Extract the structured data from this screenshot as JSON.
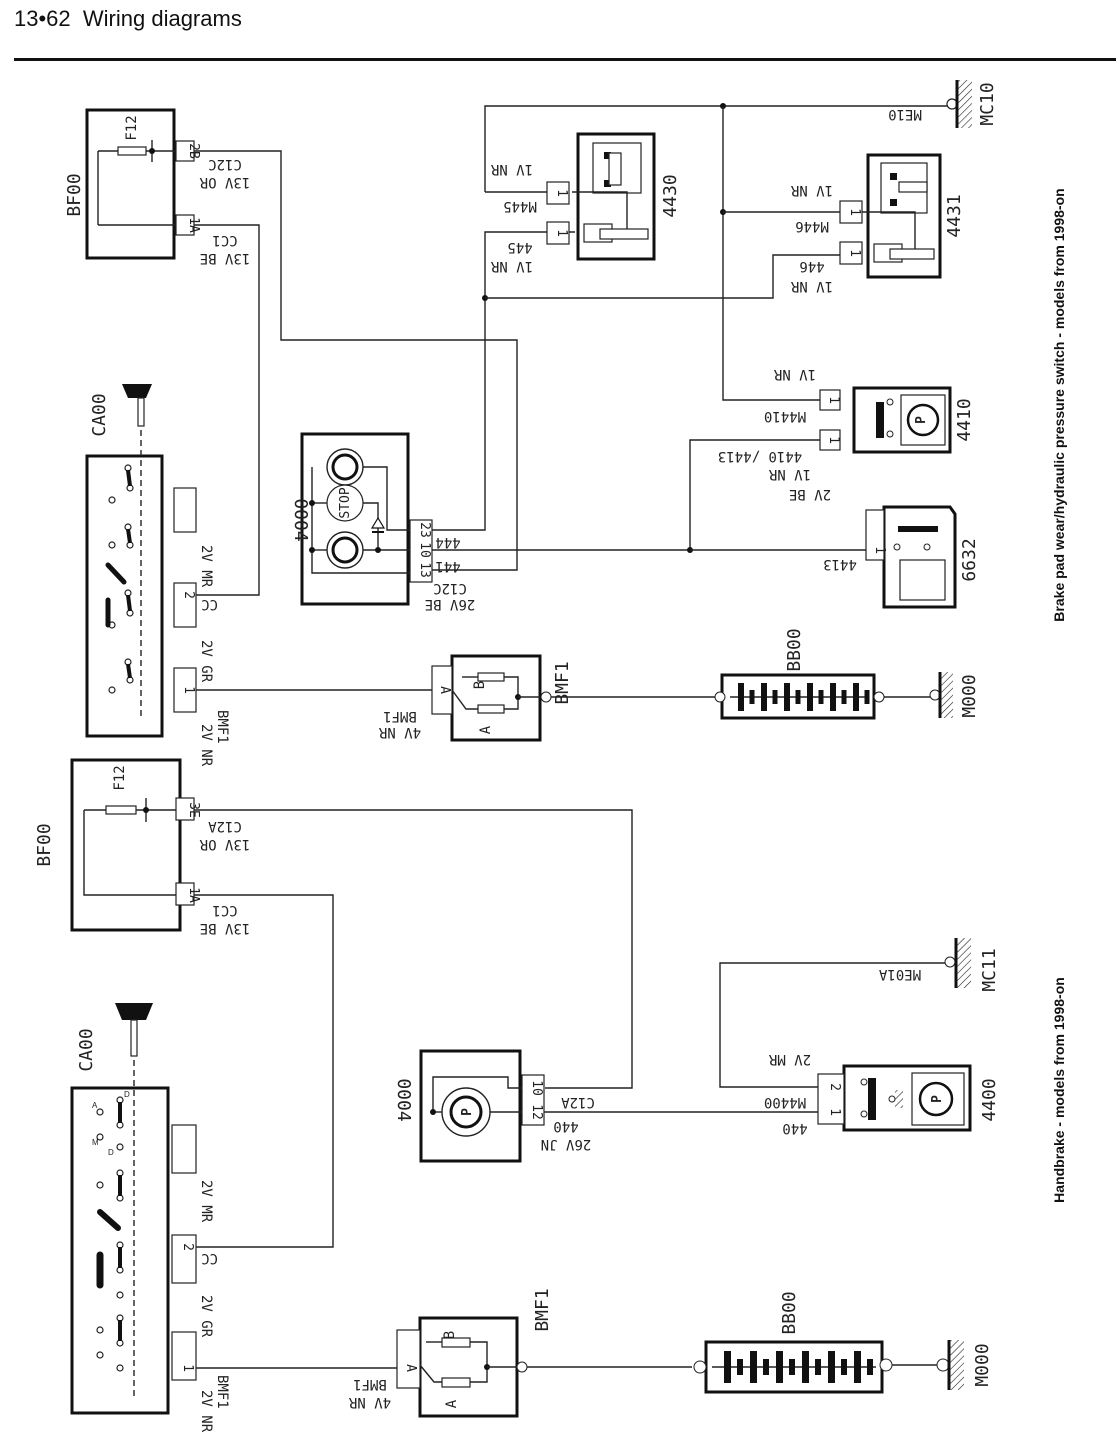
{
  "header": {
    "page_number": "13•62",
    "title": "Wiring diagrams"
  },
  "diagrams": [
    {
      "caption": "Brake pad wear/hydraulic pressure switch - models from 1998-on",
      "components": {
        "fusebox": {
          "id": "BF00",
          "fuse": "F12",
          "pins": [
            "2B",
            "1A"
          ],
          "wires": [
            {
              "pin": "2B",
              "label": "C12C",
              "spec": "13V OR"
            },
            {
              "pin": "1A",
              "label": "CC1",
              "spec": "13V BE"
            }
          ]
        },
        "ignition": {
          "id": "CA00",
          "pins": [
            "1",
            "2"
          ],
          "connectors": [
            {
              "spec": "2V MR"
            },
            {
              "pin": "2",
              "label": "CC",
              "spec": "2V GR"
            },
            {
              "pin": "1",
              "label": "BMF1",
              "spec": "2V NR"
            }
          ]
        },
        "instrument": {
          "id": "0004",
          "pins": [
            "23",
            "10",
            "13"
          ],
          "wires": [
            "444",
            "441",
            "C12C"
          ],
          "spec": "26V BE",
          "stop_label": "STOP"
        },
        "maxifuse": {
          "id": "BMF1",
          "pin": "A",
          "wire": "BMF1",
          "spec": "4V NR",
          "fuses": [
            "B",
            "A"
          ]
        },
        "battery": {
          "id": "BB00"
        },
        "earth_battery": {
          "id": "M000"
        },
        "earth_top": {
          "id": "MC10",
          "wire": "ME10"
        },
        "sensor_front_left": {
          "id": "4430",
          "wires": [
            {
              "pin": "1",
              "label": "M445",
              "spec": "1V NR"
            },
            {
              "pin": "1",
              "label": "445",
              "spec": "1V NR"
            }
          ]
        },
        "sensor_front_right": {
          "id": "4431",
          "wires": [
            {
              "pin": "1",
              "label": "M446",
              "spec": "1V NR"
            },
            {
              "pin": "1",
              "label": "446",
              "spec": "1V NR"
            }
          ]
        },
        "pressure_switch": {
          "id": "4410",
          "wires": [
            {
              "pin": "1",
              "label": "M4410",
              "spec": "1V NR"
            },
            {
              "pin": "1",
              "label": "4410 /4413",
              "spec": "1V NR"
            }
          ]
        },
        "fluid_level": {
          "id": "6632",
          "wire": {
            "pin": "1",
            "label": "4413",
            "spec": "2V BE"
          }
        }
      }
    },
    {
      "caption": "Handbrake - models from 1998-on",
      "components": {
        "fusebox": {
          "id": "BF00",
          "fuse": "F12",
          "pins": [
            "3E",
            "1A"
          ],
          "wires": [
            {
              "pin": "3E",
              "label": "C12A",
              "spec": "13V OR"
            },
            {
              "pin": "1A",
              "label": "CC1",
              "spec": "13V BE"
            }
          ]
        },
        "ignition": {
          "id": "CA00",
          "pins": [
            "1",
            "2"
          ],
          "connectors": [
            {
              "spec": "2V MR"
            },
            {
              "pin": "2",
              "label": "CC",
              "spec": "2V GR"
            },
            {
              "pin": "1",
              "label": "BMF1",
              "spec": "2V NR"
            }
          ],
          "positions": [
            "A",
            "D",
            "M",
            "D"
          ]
        },
        "instrument": {
          "id": "0004",
          "pins": [
            "10",
            "12"
          ],
          "wires": [
            "C12A",
            "440"
          ],
          "spec": "26V JN"
        },
        "handbrake_switch": {
          "id": "4400",
          "pins": [
            "2",
            "1"
          ],
          "wires": [
            {
              "pin": "2",
              "label": "M4400",
              "spec": "2V MR"
            },
            {
              "pin": "1",
              "label": "440"
            }
          ]
        },
        "earth_top": {
          "id": "MC11",
          "wire": "ME01A"
        },
        "maxifuse": {
          "id": "BMF1",
          "pin": "A",
          "wire": "BMF1",
          "spec": "4V NR",
          "fuses": [
            "B",
            "A"
          ]
        },
        "battery": {
          "id": "BB00"
        },
        "earth_battery": {
          "id": "M000"
        }
      }
    }
  ]
}
